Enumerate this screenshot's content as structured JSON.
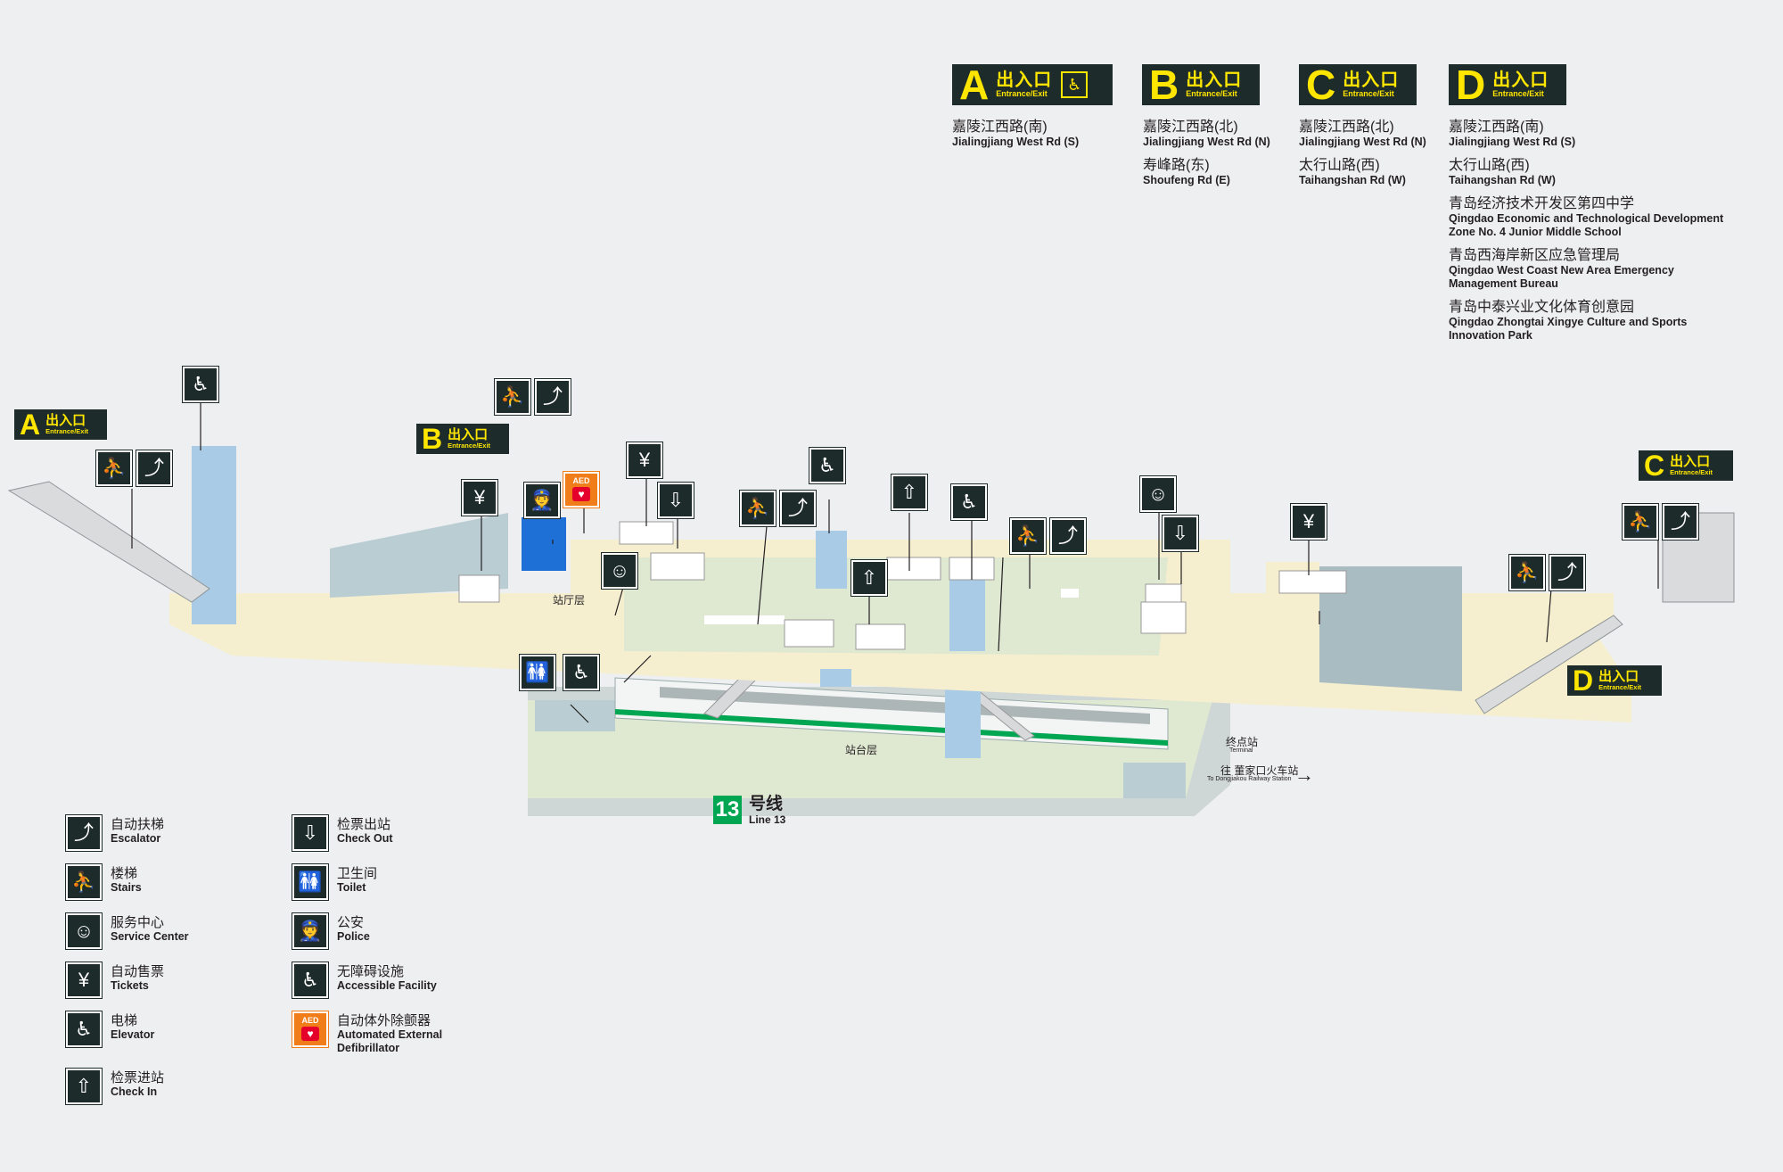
{
  "exits_header": [
    {
      "letter": "A",
      "zh": "出入口",
      "en": "Entrance/Exit",
      "elevator_icon": "elevator-icon",
      "destinations": [
        {
          "zh": "嘉陵江西路(南)",
          "en": "Jialingjiang West Rd (S)"
        }
      ]
    },
    {
      "letter": "B",
      "zh": "出入口",
      "en": "Entrance/Exit",
      "destinations": [
        {
          "zh": "嘉陵江西路(北)",
          "en": "Jialingjiang West Rd (N)"
        },
        {
          "zh": "寿峰路(东)",
          "en": "Shoufeng Rd (E)"
        }
      ]
    },
    {
      "letter": "C",
      "zh": "出入口",
      "en": "Entrance/Exit",
      "destinations": [
        {
          "zh": "嘉陵江西路(北)",
          "en": "Jialingjiang West Rd (N)"
        },
        {
          "zh": "太行山路(西)",
          "en": "Taihangshan Rd (W)"
        }
      ]
    },
    {
      "letter": "D",
      "zh": "出入口",
      "en": "Entrance/Exit",
      "destinations": [
        {
          "zh": "嘉陵江西路(南)",
          "en": "Jialingjiang West Rd (S)"
        },
        {
          "zh": "太行山路(西)",
          "en": "Taihangshan Rd (W)"
        },
        {
          "zh": "青岛经济技术开发区第四中学",
          "en": "Qingdao Economic and Technological Development Zone No. 4 Junior Middle School"
        },
        {
          "zh": "青岛西海岸新区应急管理局",
          "en": "Qingdao West Coast New Area Emergency Management Bureau"
        },
        {
          "zh": "青岛中泰兴业文化体育创意园",
          "en": "Qingdao Zhongtai Xingye Culture and Sports Innovation Park"
        }
      ]
    }
  ],
  "map_exits": {
    "A": {
      "letter": "A",
      "zh": "出入口",
      "en": "Entrance/Exit"
    },
    "B": {
      "letter": "B",
      "zh": "出入口",
      "en": "Entrance/Exit"
    },
    "C": {
      "letter": "C",
      "zh": "出入口",
      "en": "Entrance/Exit"
    },
    "D": {
      "letter": "D",
      "zh": "出入口",
      "en": "Entrance/Exit"
    }
  },
  "labels": {
    "concourse": "站厅层",
    "platform": "站台层",
    "terminal_zh": "终点站",
    "terminal_en": "Terminal",
    "direction_zh": "往 董家口火车站",
    "direction_en": "To Dongjiakou Railway Station",
    "arrow": "→"
  },
  "line": {
    "number": "13",
    "zh": "号线",
    "en": "Line 13",
    "color": "#00a651"
  },
  "aed": {
    "label": "AED",
    "sub": "自动体外除颤器"
  },
  "legend": [
    {
      "icon": "escalator-icon",
      "zh": "自动扶梯",
      "en": "Escalator"
    },
    {
      "icon": "stairs-icon",
      "zh": "楼梯",
      "en": "Stairs"
    },
    {
      "icon": "service-center-icon",
      "zh": "服务中心",
      "en": "Service Center"
    },
    {
      "icon": "tickets-icon",
      "zh": "自动售票",
      "en": "Tickets"
    },
    {
      "icon": "elevator-icon",
      "zh": "电梯",
      "en": "Elevator"
    },
    {
      "icon": "check-in-icon",
      "zh": "检票进站",
      "en": "Check In"
    },
    {
      "icon": "check-out-icon",
      "zh": "检票出站",
      "en": "Check Out"
    },
    {
      "icon": "toilet-icon",
      "zh": "卫生间",
      "en": "Toilet"
    },
    {
      "icon": "police-icon",
      "zh": "公安",
      "en": "Police"
    },
    {
      "icon": "accessible-icon",
      "zh": "无障碍设施",
      "en": "Accessible Facility"
    },
    {
      "icon": "aed-icon",
      "zh": "自动体外除颤器",
      "en": "Automated External Defibrillator"
    }
  ],
  "colors": {
    "sign_bg": "#1d2b2a",
    "sign_text": "#ffe600",
    "concourse": "#f5efd0",
    "paid_area": "#dfe8d1",
    "building": "#b9cdd2",
    "elevator": "#a9cbe6",
    "aed": "#f07d1a"
  }
}
